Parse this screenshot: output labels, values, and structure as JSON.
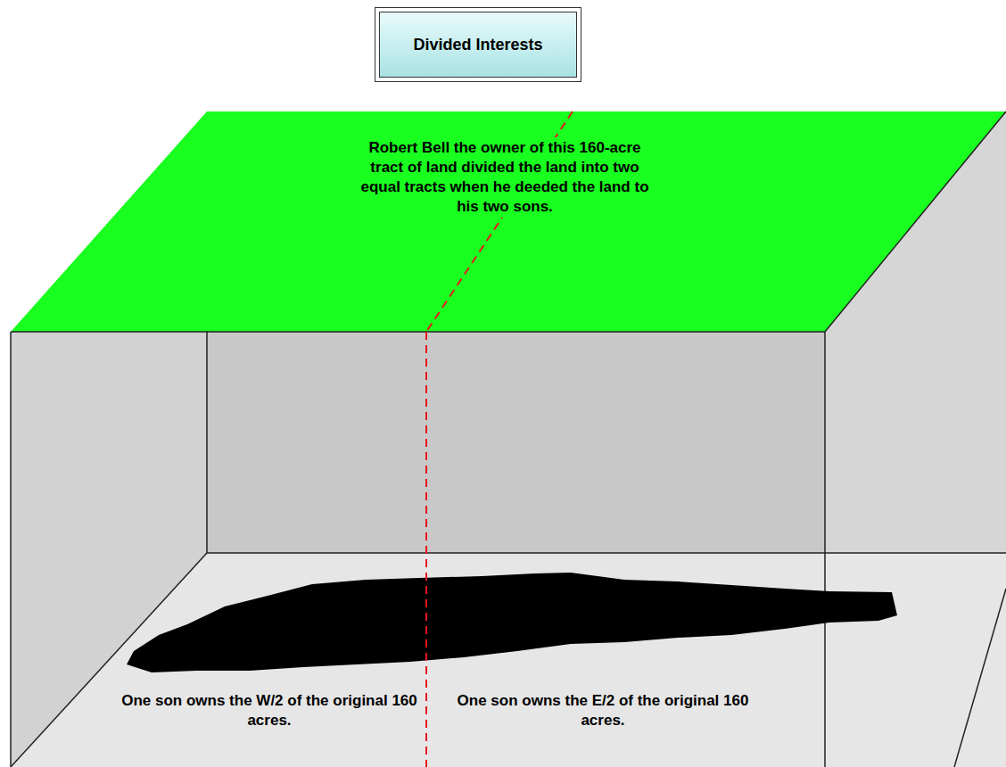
{
  "diagram": {
    "title": "Divided Interests",
    "labels": [
      "Robert Bell the owner of this 160-acre tract of land divided the land into two equal tracts when he deeded the land to his two sons.",
      "One son owns the W/2 of the original 160 acres.",
      "One son owns the E/2 of the original 160 acres."
    ]
  }
}
